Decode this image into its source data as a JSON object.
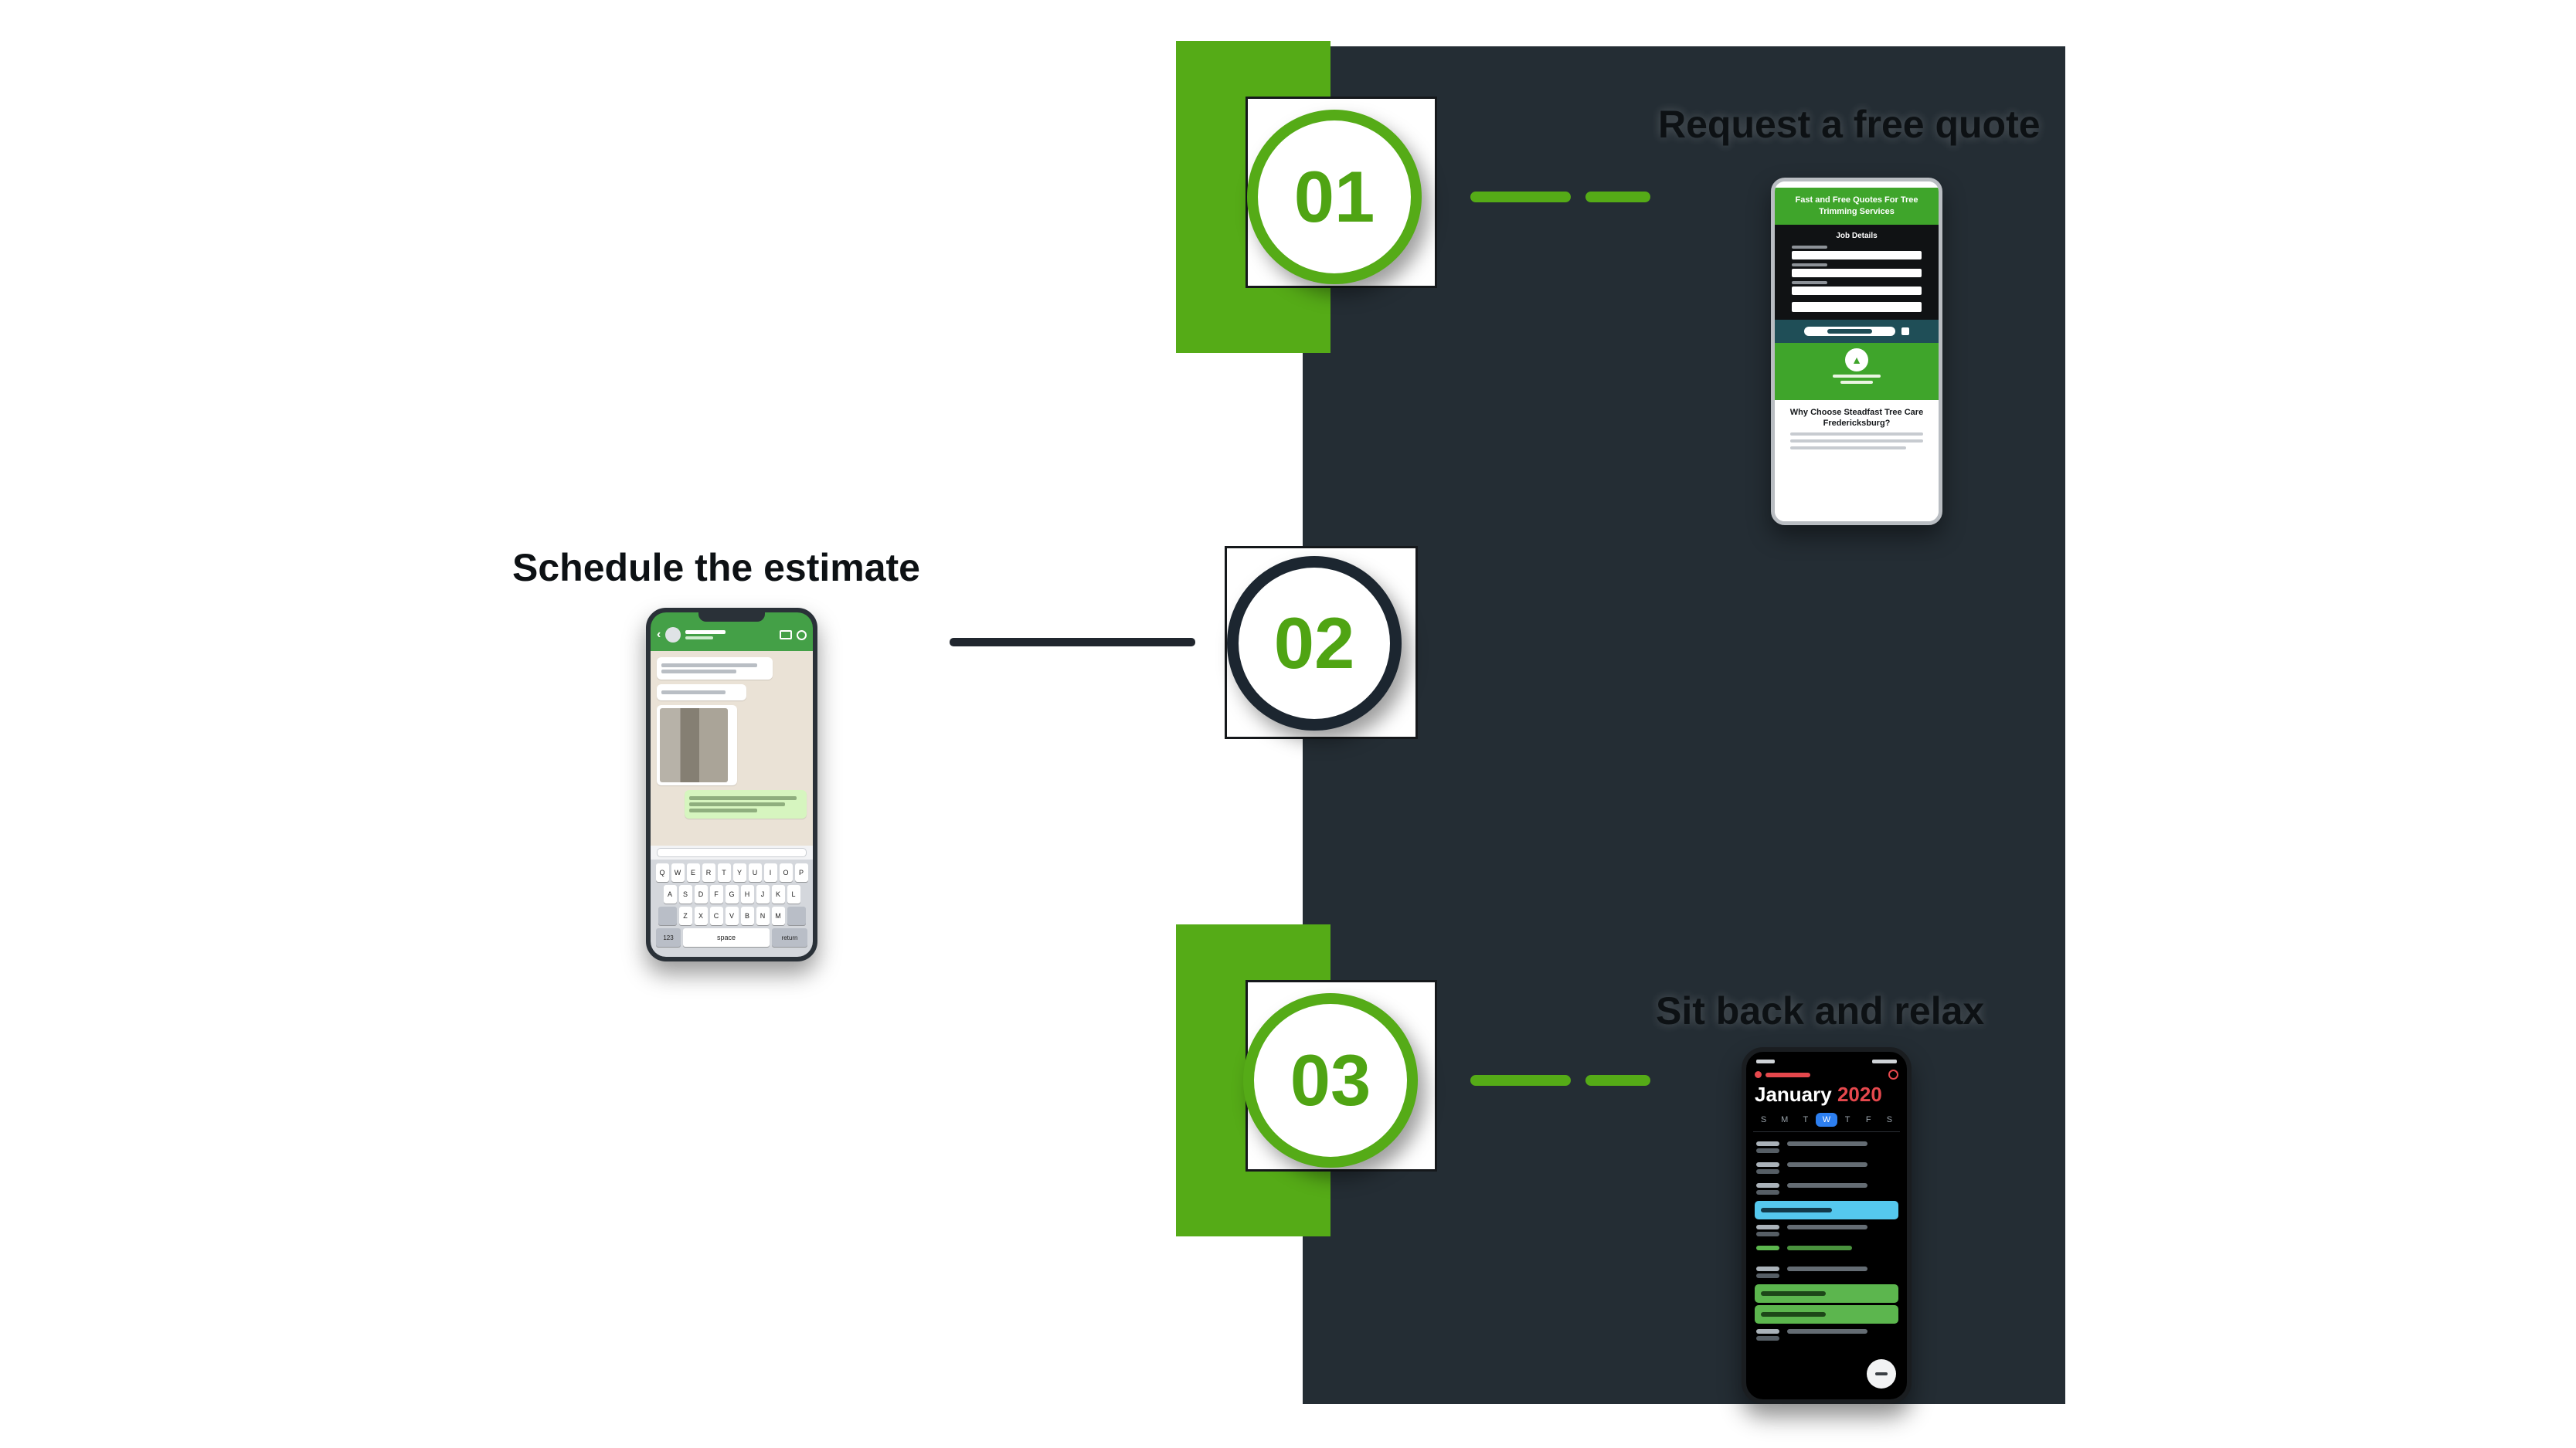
{
  "colors": {
    "accent_green": "#55AB17",
    "panel_dark": "#242D34",
    "ring_dark": "#1C2630",
    "calendar_red": "#E5484D",
    "highlight_blue": "#55C8EE"
  },
  "steps": [
    {
      "number": "01",
      "title": "Request a free quote"
    },
    {
      "number": "02",
      "title": "Schedule the estimate"
    },
    {
      "number": "03",
      "title": "Sit back and relax"
    }
  ],
  "quote_phone": {
    "header": "Fast and Free Quotes For Tree Trimming Services",
    "form_title": "Job Details",
    "footer_heading": "Why Choose Steadfast Tree Care Fredericksburg?"
  },
  "chat_phone": {
    "keys_row1": [
      "Q",
      "W",
      "E",
      "R",
      "T",
      "Y",
      "U",
      "I",
      "O",
      "P"
    ],
    "keys_row2": [
      "A",
      "S",
      "D",
      "F",
      "G",
      "H",
      "J",
      "K",
      "L"
    ],
    "keys_row3": [
      "Z",
      "X",
      "C",
      "V",
      "B",
      "N",
      "M"
    ],
    "bottom_left": "123",
    "space": "space",
    "return": "return"
  },
  "calendar_phone": {
    "month": "January",
    "year": "2020",
    "weekdays": [
      {
        "text": "S"
      },
      {
        "text": "M"
      },
      {
        "text": "T"
      },
      {
        "text": "W",
        "type": "hl"
      },
      {
        "text": "T"
      },
      {
        "text": "F"
      },
      {
        "text": "S"
      }
    ],
    "rows": [
      {
        "type": "plain"
      },
      {
        "type": "plain"
      },
      {
        "type": "plain"
      },
      {
        "type": "hl-blue"
      },
      {
        "type": "plain"
      },
      {
        "type": "green-text"
      },
      {
        "type": "plain"
      },
      {
        "type": "hl-green"
      },
      {
        "type": "hl-green"
      },
      {
        "type": "plain"
      }
    ]
  },
  "logo": {
    "tree_glyph": "▲",
    "back_glyph": "‹"
  }
}
